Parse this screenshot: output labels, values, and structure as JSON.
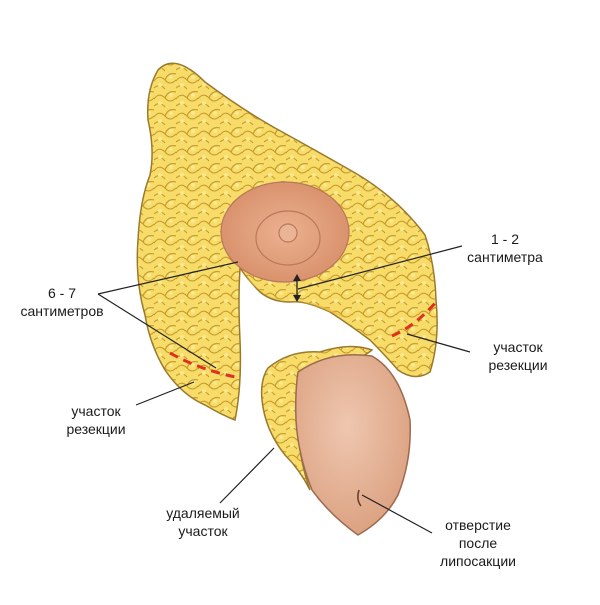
{
  "labels": {
    "distance_small": {
      "line1": "1 - 2",
      "line2": "сантиметра"
    },
    "distance_large": {
      "line1": "6 - 7",
      "line2": "сантиметров"
    },
    "resection_right": {
      "line1": "участок",
      "line2": "резекции"
    },
    "resection_left": {
      "line1": "участок",
      "line2": "резекции"
    },
    "removed_part": {
      "line1": "удаляемый",
      "line2": "участок"
    },
    "liposuction_hole": {
      "line1": "отверстие",
      "line2": "после",
      "line3": "липосакции"
    }
  },
  "colors": {
    "fat_fill": "#f7dc6a",
    "fat_shadow": "#e2b93a",
    "fat_outline": "#9a7a2a",
    "areola": "#e3a07e",
    "nipple": "#d9906c",
    "skin_flap": "#e7b49a",
    "resection_line": "#e0301e",
    "leader_line": "#222222"
  }
}
